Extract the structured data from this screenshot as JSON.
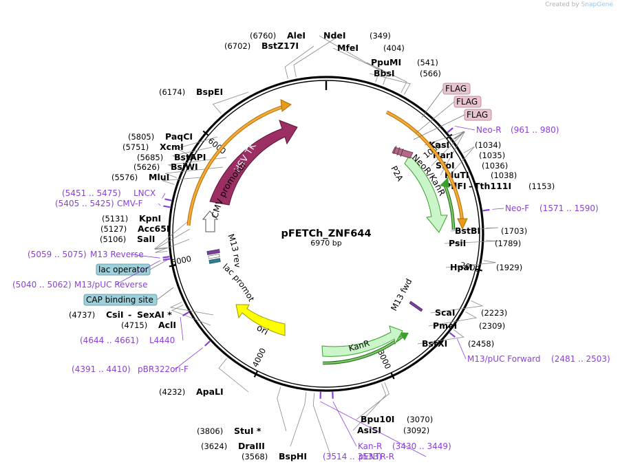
{
  "credit": {
    "prefix": "Created by",
    "brand": "SnapGene"
  },
  "plasmid": {
    "name": "pFETCh_ZNF644",
    "size": "6970 bp",
    "length": 6970
  },
  "ticks": [
    {
      "value": 1000,
      "label": "1000"
    },
    {
      "value": 2000,
      "label": "2000"
    },
    {
      "value": 3000,
      "label": "3000"
    },
    {
      "value": 4000,
      "label": "4000"
    },
    {
      "value": 5000,
      "label": "5000"
    },
    {
      "value": 6000,
      "label": "6000"
    }
  ],
  "enzymes_right": [
    {
      "name": "NdeI",
      "pos": "(349)",
      "site": 349
    },
    {
      "name": "MfeI",
      "pos": "(404)",
      "site": 404
    },
    {
      "name": "PpuMI",
      "pos": "(541)",
      "site": 541
    },
    {
      "name": "BbsI",
      "pos": "(566)",
      "site": 566
    },
    {
      "name": "KasI",
      "pos": "(1034)",
      "site": 1034
    },
    {
      "name": "NarI",
      "pos": "(1035)",
      "site": 1035
    },
    {
      "name": "SfoI",
      "pos": "(1036)",
      "site": 1036
    },
    {
      "name": "PluTI",
      "pos": "(1038)",
      "site": 1038
    },
    {
      "name": "PflFI",
      "name2": "Tth111I",
      "pos": "(1153)",
      "site": 1153
    },
    {
      "name": "BstBI",
      "pos": "(1703)",
      "site": 1703
    },
    {
      "name": "PsiI",
      "pos": "(1789)",
      "site": 1789
    },
    {
      "name": "HpaI",
      "pos": "(1929)",
      "site": 1929
    },
    {
      "name": "ScaI",
      "pos": "(2223)",
      "site": 2223
    },
    {
      "name": "PmeI",
      "pos": "(2309)",
      "site": 2309
    },
    {
      "name": "BstXI",
      "pos": "(2458)",
      "site": 2458
    },
    {
      "name": "Bpu10I",
      "pos": "(3070)",
      "site": 3070
    },
    {
      "name": "AsiSI",
      "pos": "(3092)",
      "site": 3092
    }
  ],
  "enzymes_left": [
    {
      "name": "AleI",
      "pos": "(6760)",
      "site": 6760
    },
    {
      "name": "BstZ17I",
      "pos": "(6702)",
      "site": 6702
    },
    {
      "name": "BspEI",
      "pos": "(6174)",
      "site": 6174
    },
    {
      "name": "PaqCI",
      "pos": "(5805)",
      "site": 5805
    },
    {
      "name": "XcmI",
      "pos": "(5751)",
      "site": 5751
    },
    {
      "name": "BstAPI",
      "pos": "(5685)",
      "site": 5685
    },
    {
      "name": "BsiWI",
      "pos": "(5626)",
      "site": 5626
    },
    {
      "name": "MluI",
      "pos": "(5576)",
      "site": 5576
    },
    {
      "name": "KpnI",
      "pos": "(5131)",
      "site": 5131
    },
    {
      "name": "Acc65I",
      "pos": "(5127)",
      "site": 5127
    },
    {
      "name": "SalI",
      "pos": "(5106)",
      "site": 5106
    },
    {
      "name": "CsiI",
      "name2": "SexAI *",
      "pos": "(4737)",
      "site": 4737
    },
    {
      "name": "AclI",
      "pos": "(4715)",
      "site": 4715
    },
    {
      "name": "ApaLI",
      "pos": "(4232)",
      "site": 4232
    },
    {
      "name": "StuI *",
      "pos": "(3806)",
      "site": 3806
    },
    {
      "name": "DraIII",
      "pos": "(3624)",
      "site": 3624
    },
    {
      "name": "BspHI",
      "pos": "(3568)",
      "site": 3568
    }
  ],
  "primers": [
    {
      "name": "Neo-R",
      "range": "(961 .. 980)",
      "site": 970
    },
    {
      "name": "Neo-F",
      "range": "(1571 .. 1590)",
      "site": 1580
    },
    {
      "name": "M13/pUC Forward",
      "range": "(2481 .. 2503)",
      "site": 2492
    },
    {
      "name": "Kan-R",
      "range": "(3430 .. 3449)",
      "site": 3440
    },
    {
      "name": "pENTR-R",
      "range": "(3514 .. 3533)",
      "site": 3524
    },
    {
      "name": "pBR322ori-F",
      "range": "(4391 .. 4410)",
      "site": 4400
    },
    {
      "name": "L4440",
      "range": "(4644 .. 4661)",
      "site": 4652
    },
    {
      "name": "M13/pUC Reverse",
      "range": "(5040 .. 5062)",
      "site": 5051
    },
    {
      "name": "M13 Reverse",
      "range": "(5059 .. 5075)",
      "site": 5067
    },
    {
      "name": "CMV-F",
      "range": "(5405 .. 5425)",
      "site": 5415
    },
    {
      "name": "LNCX",
      "range": "(5451 .. 5475)",
      "site": 5463
    }
  ],
  "boxed_features": [
    {
      "name": "FLAG",
      "color": "#e7c4cf"
    },
    {
      "name": "FLAG",
      "color": "#e7c4cf"
    },
    {
      "name": "FLAG",
      "color": "#e7c4cf"
    },
    {
      "name": "lac operator",
      "color": "#9fd0da"
    },
    {
      "name": "CAP binding site",
      "color": "#9fd0da"
    }
  ],
  "features": [
    {
      "name": "HSV TK",
      "color": "#9b2f64"
    },
    {
      "name": "CMV promoter",
      "color": "#ffffff"
    },
    {
      "name": "NeoR/KanR",
      "color": "#c9f5c8"
    },
    {
      "name": "P2A",
      "color": "#b06a8a"
    },
    {
      "name": "KanR",
      "color": "#c9f5c8"
    },
    {
      "name": "ori",
      "color": "#ffff00"
    },
    {
      "name": "M13 rev",
      "color": "#7b3fa0"
    },
    {
      "name": "lac promoter",
      "color": "#2f7f8f"
    },
    {
      "name": "M13 fwd",
      "color": "#7b3fa0"
    }
  ],
  "colors": {
    "primer": "#8b3fd9",
    "orf_orange": "#e69a1a",
    "orf_green": "#3aa02a"
  }
}
